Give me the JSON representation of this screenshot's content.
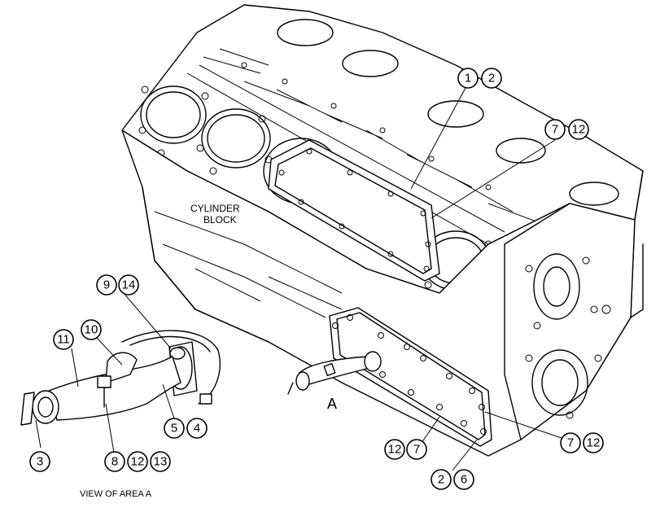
{
  "labels": {
    "block_line1": "CYLINDER",
    "block_line2": "BLOCK",
    "area": "A",
    "view_caption": "VIEW OF AREA  A"
  },
  "callouts": {
    "c1": "1",
    "c2a": "2",
    "c7a": "7",
    "c12a": "12",
    "c9": "9",
    "c14": "14",
    "c11": "11",
    "c10": "10",
    "c5": "5",
    "c4": "4",
    "c3": "3",
    "c8": "8",
    "c12b": "12",
    "c13": "13",
    "c12c": "12",
    "c7b": "7",
    "c7c": "7",
    "c12d": "12",
    "c2b": "2",
    "c6": "6"
  }
}
